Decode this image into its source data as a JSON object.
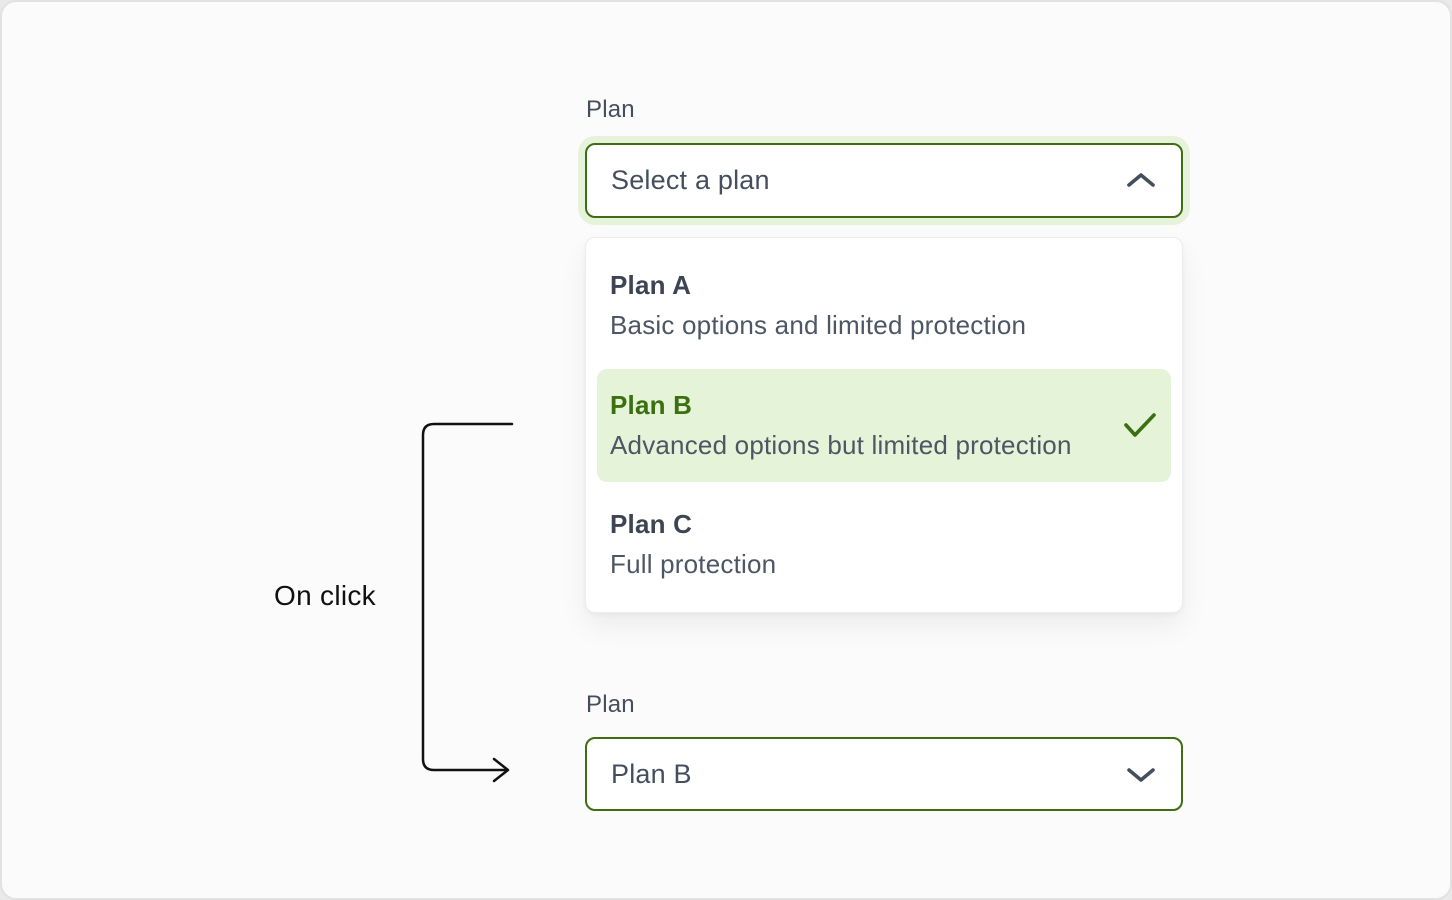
{
  "colors": {
    "accent_green": "#3f6d12",
    "focus_ring_green": "#e6f2da",
    "selected_highlight_green": "#e5f3d8",
    "selected_title_green": "#3a700f",
    "text_primary": "#3d4554",
    "text_secondary": "#4d5665",
    "canvas_background": "#fbfbfb",
    "arrow_black": "#111111"
  },
  "state_open": {
    "field_label": "Plan",
    "select_value": "Select a plan",
    "chevron_icon": "chevron-up-icon"
  },
  "dropdown": {
    "options": [
      {
        "title": "Plan A",
        "description": "Basic options and limited protection",
        "selected": false
      },
      {
        "title": "Plan B",
        "description": "Advanced options but limited protection",
        "selected": true,
        "check_icon": "check-icon"
      },
      {
        "title": "Plan C",
        "description": "Full protection",
        "selected": false
      }
    ]
  },
  "annotation": {
    "label": "On click"
  },
  "state_closed": {
    "field_label": "Plan",
    "select_value": "Plan B",
    "chevron_icon": "chevron-down-icon"
  }
}
